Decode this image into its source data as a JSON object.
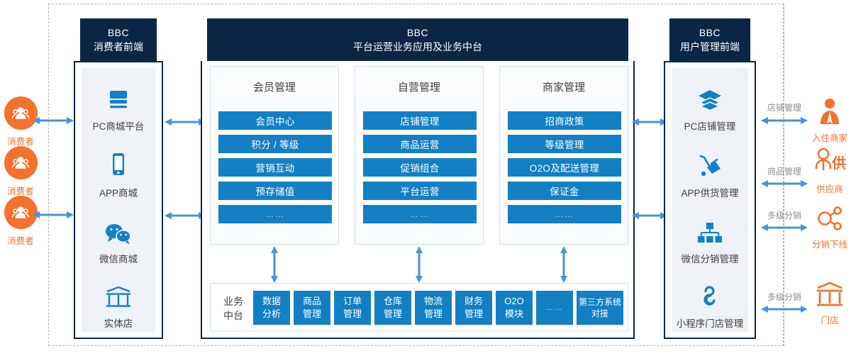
{
  "diagram": {
    "title_hint": "BBC platform architecture",
    "colors": {
      "header_navy": "#0b2645",
      "chip_blue": "#1480c4",
      "accent_orange": "#f4712e",
      "arrow_blue": "#4a90e2",
      "panel_fill": "#eef2f7",
      "dash_border": "#bdb3b3"
    }
  },
  "left_actors": [
    {
      "name": "消费者",
      "icon": "users-circle-icon"
    },
    {
      "name": "消费者",
      "icon": "users-circle-icon"
    },
    {
      "name": "消费者",
      "icon": "users-circle-icon"
    }
  ],
  "left_panel": {
    "header": {
      "line1": "BBC",
      "line2": "消费者前端"
    },
    "items": [
      {
        "label": "PC商城平台",
        "icon": "monitor-icon"
      },
      {
        "label": "APP商城",
        "icon": "smartphone-icon"
      },
      {
        "label": "微信商城",
        "icon": "wechat-icon"
      },
      {
        "label": "实体店",
        "icon": "storefront-icon"
      }
    ]
  },
  "center_panel": {
    "header": {
      "line1": "BBC",
      "line2": "平台运营业务应用及业务中台"
    },
    "groups": [
      {
        "title": "会员管理",
        "items": [
          "会员中心",
          "积分 / 等级",
          "营销互动",
          "预存储值",
          "……"
        ]
      },
      {
        "title": "自营管理",
        "items": [
          "店铺管理",
          "商品运营",
          "促销组合",
          "平台运营",
          "……"
        ]
      },
      {
        "title": "商家管理",
        "items": [
          "招商政策",
          "等级管理",
          "O2O及配送管理",
          "保证金",
          "……"
        ]
      }
    ],
    "mid_platform": {
      "label_line1": "业务",
      "label_line2": "中台",
      "cells": [
        {
          "line1": "数据",
          "line2": "分析"
        },
        {
          "line1": "商品",
          "line2": "管理"
        },
        {
          "line1": "订单",
          "line2": "管理"
        },
        {
          "line1": "仓库",
          "line2": "管理"
        },
        {
          "line1": "物流",
          "line2": "管理"
        },
        {
          "line1": "财务",
          "line2": "管理"
        },
        {
          "line1": "O2O",
          "line2": "模块"
        },
        {
          "line1": "……",
          "line2": ""
        },
        {
          "line1": "第三方系统",
          "line2": "对接"
        }
      ]
    }
  },
  "right_panel": {
    "header": {
      "line1": "BBC",
      "line2": "用户管理前端"
    },
    "items": [
      {
        "label": "PC店铺管理",
        "icon": "layers-icon"
      },
      {
        "label": "APP供货管理",
        "icon": "delivery-cart-icon"
      },
      {
        "label": "微信分销管理",
        "icon": "org-tree-icon"
      },
      {
        "label": "小程序门店管理",
        "icon": "miniprogram-icon"
      }
    ]
  },
  "right_relations": [
    {
      "label": "店铺管理",
      "actor": "入住商家",
      "icon": "merchant-person-icon"
    },
    {
      "label": "商品管理",
      "actor": "供应商",
      "icon": "supplier-icon"
    },
    {
      "label": "多级分销",
      "actor": "分销下线",
      "icon": "share-network-icon"
    },
    {
      "label": "多级分销",
      "actor": "门店",
      "icon": "shop-icon"
    }
  ]
}
